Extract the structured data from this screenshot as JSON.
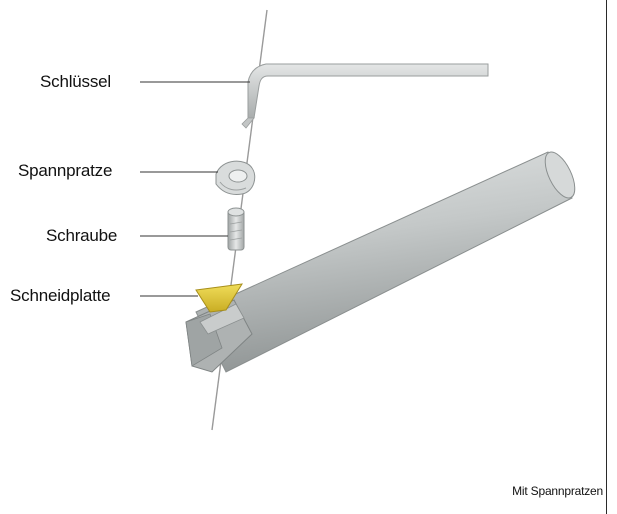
{
  "labels": {
    "key": "Schlüssel",
    "clamp": "Spannpratze",
    "screw": "Schraube",
    "insert": "Schneidplatte"
  },
  "caption": "Mit Spannpratzen",
  "colors": {
    "insert": "#d9c23a",
    "holder": "#b9bcbc",
    "parts": "#cfd2d2",
    "leader": "#333333",
    "axis": "#9a9a9a"
  }
}
